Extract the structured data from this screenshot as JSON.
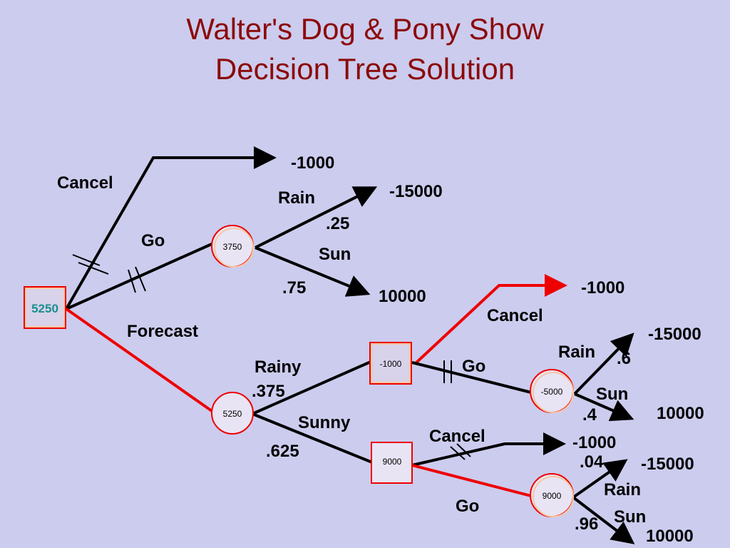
{
  "title": {
    "line1": "Walter's Dog & Pony Show",
    "line2": "Decision Tree Solution"
  },
  "colors": {
    "background": "#ccccee",
    "title": "#8b0a0a",
    "optimal_branch": "#ee0000",
    "branch": "#000000",
    "node_border": "#ee0000",
    "root_value": "#1a8f8f"
  },
  "nodes": {
    "root": {
      "type": "decision",
      "value": "5250"
    },
    "go_chance": {
      "type": "chance",
      "value": "3750"
    },
    "forecast_chance": {
      "type": "chance",
      "value": "5250"
    },
    "rainy_decision": {
      "type": "decision",
      "value": "-1000"
    },
    "rainy_go_chance": {
      "type": "chance",
      "value": "-5000"
    },
    "sunny_decision": {
      "type": "decision",
      "value": "9000"
    },
    "sunny_go_chance": {
      "type": "chance",
      "value": "9000"
    }
  },
  "labels": {
    "cancel_top": "Cancel",
    "go_top": "Go",
    "forecast": "Forecast",
    "rain_top": "Rain",
    "p_rain_top": ".25",
    "sun_top": "Sun",
    "p_sun_top": ".75",
    "rainy": "Rainy",
    "p_rainy": ".375",
    "sunny": "Sunny",
    "p_sunny": ".625",
    "cancel_rainy": "Cancel",
    "go_rainy": "Go",
    "rain_rainy": "Rain",
    "p_rain_rainy": ".6",
    "sun_rainy": "Sun",
    "p_sun_rainy": ".4",
    "cancel_sunny": "Cancel",
    "go_sunny": "Go",
    "rain_sunny": "Rain",
    "p_rain_sunny": ".04",
    "sun_sunny": "Sun",
    "p_sun_sunny": ".96"
  },
  "payoffs": {
    "cancel_top": "-1000",
    "rain_top": "-15000",
    "sun_top": "10000",
    "cancel_rainy": "-1000",
    "rain_rainy": "-15000",
    "sun_rainy": "10000",
    "cancel_sunny": "-1000",
    "rain_sunny": "-15000",
    "sun_sunny": "10000"
  }
}
